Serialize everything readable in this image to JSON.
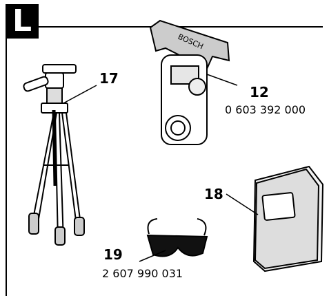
{
  "figure": {
    "letter": "L",
    "items": [
      {
        "number": "17"
      },
      {
        "number": "12",
        "part_no": "0 603 392 000"
      },
      {
        "number": "18"
      },
      {
        "number": "19",
        "part_no": "2 607 990 031"
      }
    ]
  }
}
